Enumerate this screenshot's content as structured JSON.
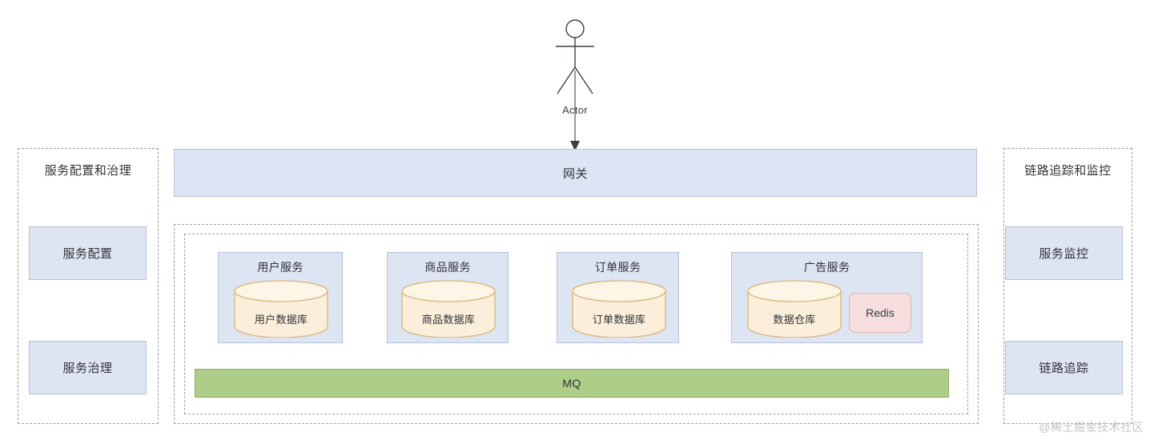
{
  "actor": {
    "label": "Actor",
    "icon": "actor-stick-figure-icon",
    "arrow_icon": "down-arrow-icon"
  },
  "gateway": {
    "label": "网关"
  },
  "left_panel": {
    "title": "服务配置和治理",
    "items": [
      {
        "label": "服务配置"
      },
      {
        "label": "服务治理"
      }
    ]
  },
  "right_panel": {
    "title": "链路追踪和监控",
    "items": [
      {
        "label": "服务监控"
      },
      {
        "label": "链路追踪"
      }
    ]
  },
  "services": [
    {
      "title": "用户服务",
      "database": "用户数据库"
    },
    {
      "title": "商品服务",
      "database": "商品数据库"
    },
    {
      "title": "订单服务",
      "database": "订单数据库"
    },
    {
      "title": "广告服务",
      "database": "数据仓库",
      "cache": "Redis"
    }
  ],
  "mq": {
    "label": "MQ"
  },
  "watermark": {
    "text": "@稀土掘金技术社区"
  },
  "colors": {
    "blue_fill": "#dde4f2",
    "blue_stroke": "#b4c1dc",
    "gateway_fill": "#dde5f4",
    "cylinder_fill": "#fbeedb",
    "cylinder_stroke": "#d9b679",
    "redis_fill": "#f5dedd",
    "redis_stroke": "#d9b3b1",
    "mq_fill": "#aecd88",
    "mq_stroke": "#8aab63",
    "dashed_stroke": "#9aa0a6",
    "text": "#2f3337",
    "watermark": "#c2c4c6"
  }
}
